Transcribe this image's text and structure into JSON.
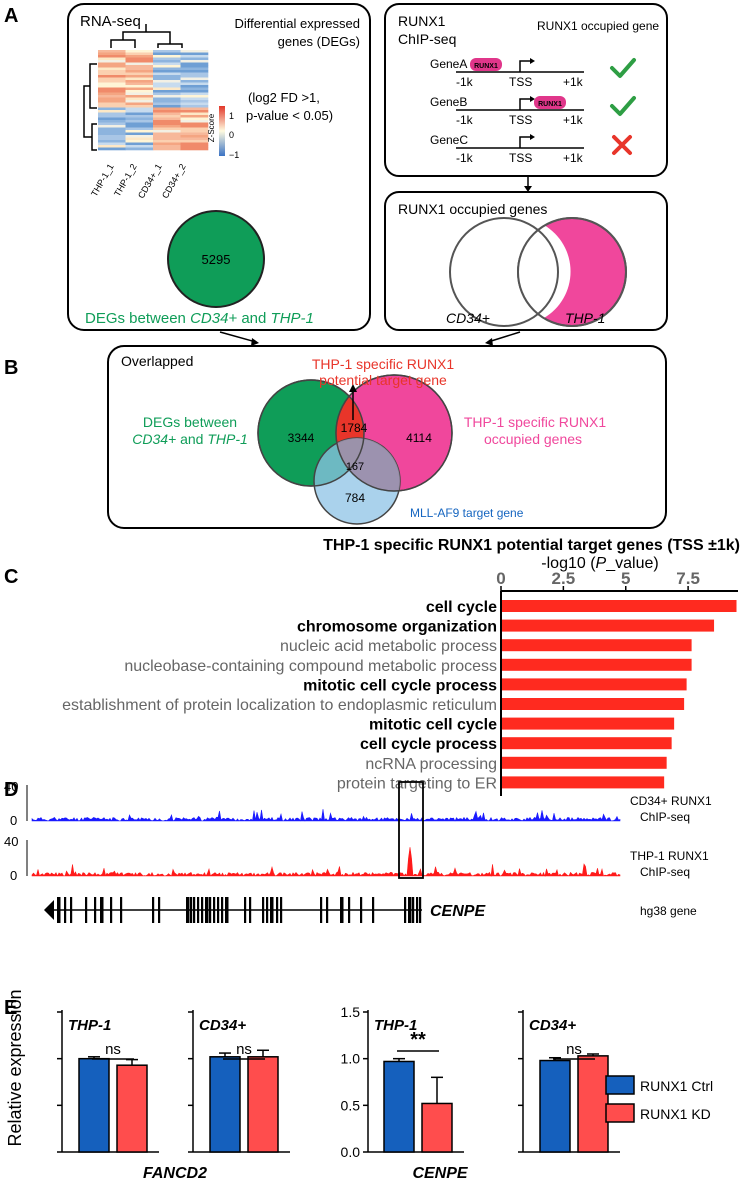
{
  "panels": {
    "A": "A",
    "B": "B",
    "C": "C",
    "D": "D",
    "E": "E"
  },
  "panelA": {
    "rnaseq": {
      "title": "RNA-seq",
      "deg_title_line1": "Differential expressed",
      "deg_title_line2": "genes (DEGs)",
      "criteria_line1": "(log2 FD >1,",
      "criteria_line2": "p-value < 0.05)",
      "zscore_label": "Z-Score",
      "scale_ticks": [
        "1",
        "0",
        "−1"
      ],
      "samples": [
        "THP-1_1",
        "THP-1_2",
        "CD34+_1",
        "CD34+_2"
      ],
      "deg_count": "5295",
      "caption_prefix": "DEGs between ",
      "caption_cd34": "CD34+",
      "caption_and": " and ",
      "caption_thp1": "THP-1"
    },
    "chip": {
      "title_line1": "RUNX1",
      "title_line2": "ChIP-seq",
      "occupied_label": "RUNX1 occupied gene",
      "genes": [
        {
          "name": "GeneA",
          "left": "-1k",
          "center": "TSS",
          "right": "+1k",
          "protein": "RUNX1",
          "status": "check-icon"
        },
        {
          "name": "GeneB",
          "left": "-1k",
          "center": "TSS",
          "right": "+1k",
          "protein": "RUNX1",
          "status": "check-icon"
        },
        {
          "name": "GeneC",
          "left": "-1k",
          "center": "TSS",
          "right": "+1k",
          "protein": "",
          "status": "cross-icon"
        }
      ]
    },
    "occupied": {
      "title": "RUNX1 occupied genes",
      "left_label": "CD34+",
      "right_label": "THP-1"
    }
  },
  "panelB": {
    "box_title": "Overlapped",
    "top_label_line1": "THP-1 specific RUNX1",
    "top_label_line2": "potential target gene",
    "left_label_line1": "DEGs between",
    "left_label_line2_a": "CD34+",
    "left_label_line2_b": " and ",
    "left_label_line2_c": "THP-1",
    "right_label_line1": "THP-1 specific RUNX1",
    "right_label_line2": "occupied genes",
    "bottom_label": "MLL-AF9 target gene",
    "values": {
      "deg_only": "3344",
      "overlap_deg_runx": "1784",
      "runx_only": "4114",
      "triple": "167",
      "mll_only": "784"
    }
  },
  "chart_data": [
    {
      "type": "bar",
      "orientation": "horizontal",
      "title": "THP-1 specific RUNX1 potential target genes (TSS ±1k)",
      "xlabel_prefix": "-log10 (",
      "xlabel_italic": "P",
      "xlabel_suffix": "_value)",
      "xlim": [
        0,
        9.5
      ],
      "xticks": [
        "0",
        "2.5",
        "5",
        "7.5"
      ],
      "xtick_values": [
        0,
        2.5,
        5,
        7.5
      ],
      "categories": [
        "cell cycle",
        "chromosome organization",
        "nucleic acid metabolic process",
        "nucleobase-containing compound metabolic process",
        "mitotic cell cycle process",
        "establishment of protein localization to endoplasmic reticulum",
        "mitotic cell cycle",
        "cell cycle process",
        "ncRNA processing",
        "protein targeting to ER"
      ],
      "bold": [
        true,
        true,
        false,
        false,
        true,
        false,
        true,
        true,
        false,
        false
      ],
      "values": [
        9.4,
        8.5,
        7.6,
        7.6,
        7.4,
        7.3,
        6.9,
        6.8,
        6.6,
        6.5
      ],
      "bar_color": "#ff2a1f"
    },
    {
      "type": "area",
      "tracks": [
        {
          "name_line1": "CD34+ RUNX1",
          "name_line2": "ChIP-seq",
          "ylim": [
            0,
            40
          ],
          "yticks": [
            "40",
            "0"
          ],
          "color": "#1a1aff",
          "peak": 0
        },
        {
          "name_line1": "THP-1 RUNX1",
          "name_line2": "ChIP-seq",
          "ylim": [
            0,
            40
          ],
          "yticks": [
            "40",
            "0"
          ],
          "color": "#ff1a1a",
          "peak": 32
        }
      ],
      "gene_name": "CENPE",
      "gene_track_label": "hg38 gene"
    },
    {
      "type": "bar",
      "ylabel": "Relative expression",
      "legend": [
        "RUNX1 Ctrl",
        "RUNX1 KD"
      ],
      "colors": [
        "#1560bd",
        "#ff4d4d"
      ],
      "gene_labels": [
        "FANCD2",
        "CENPE"
      ],
      "panels": [
        {
          "cell": "THP-1",
          "values": [
            1.0,
            0.93
          ],
          "errors": [
            0.02,
            0.06
          ],
          "sig": "ns"
        },
        {
          "cell": "CD34+",
          "values": [
            1.02,
            1.02
          ],
          "errors": [
            0.04,
            0.07
          ],
          "sig": "ns"
        },
        {
          "cell": "THP-1",
          "values": [
            0.97,
            0.52
          ],
          "errors": [
            0.03,
            0.28
          ],
          "sig": "**",
          "yticks": [
            "1.5",
            "1.0",
            "0.5",
            "0.0"
          ],
          "ytick_values": [
            1.5,
            1.0,
            0.5,
            0.0
          ]
        },
        {
          "cell": "CD34+",
          "values": [
            0.98,
            1.03
          ],
          "errors": [
            0.03,
            0.02
          ],
          "sig": "ns"
        }
      ],
      "ylim": [
        0,
        1.5
      ]
    }
  ],
  "colors": {
    "green": "#0f9d58",
    "magenta": "#f0479c",
    "red": "#e8352a",
    "blue_circle": "#8ec3e6",
    "blue_text": "#1565c0"
  }
}
